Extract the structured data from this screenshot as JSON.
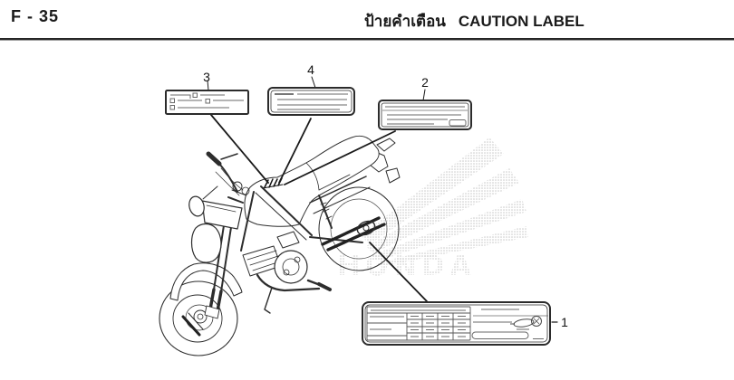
{
  "page": {
    "code": "F - 35",
    "title_thai": "ป้ายคำเตือน",
    "title_en": "CAUTION LABEL"
  },
  "watermark": {
    "text": "HONDA"
  },
  "callouts": {
    "c1": "1",
    "c2": "2",
    "c3": "3",
    "c4": "4"
  },
  "colors": {
    "background": "#ffffff",
    "line_art": "#2d2d2d",
    "label_border": "#2b2b2b",
    "detail_line": "#6a6a6a",
    "watermark_dots": "#c4c4c4",
    "header_text": "#1a1a1a"
  }
}
